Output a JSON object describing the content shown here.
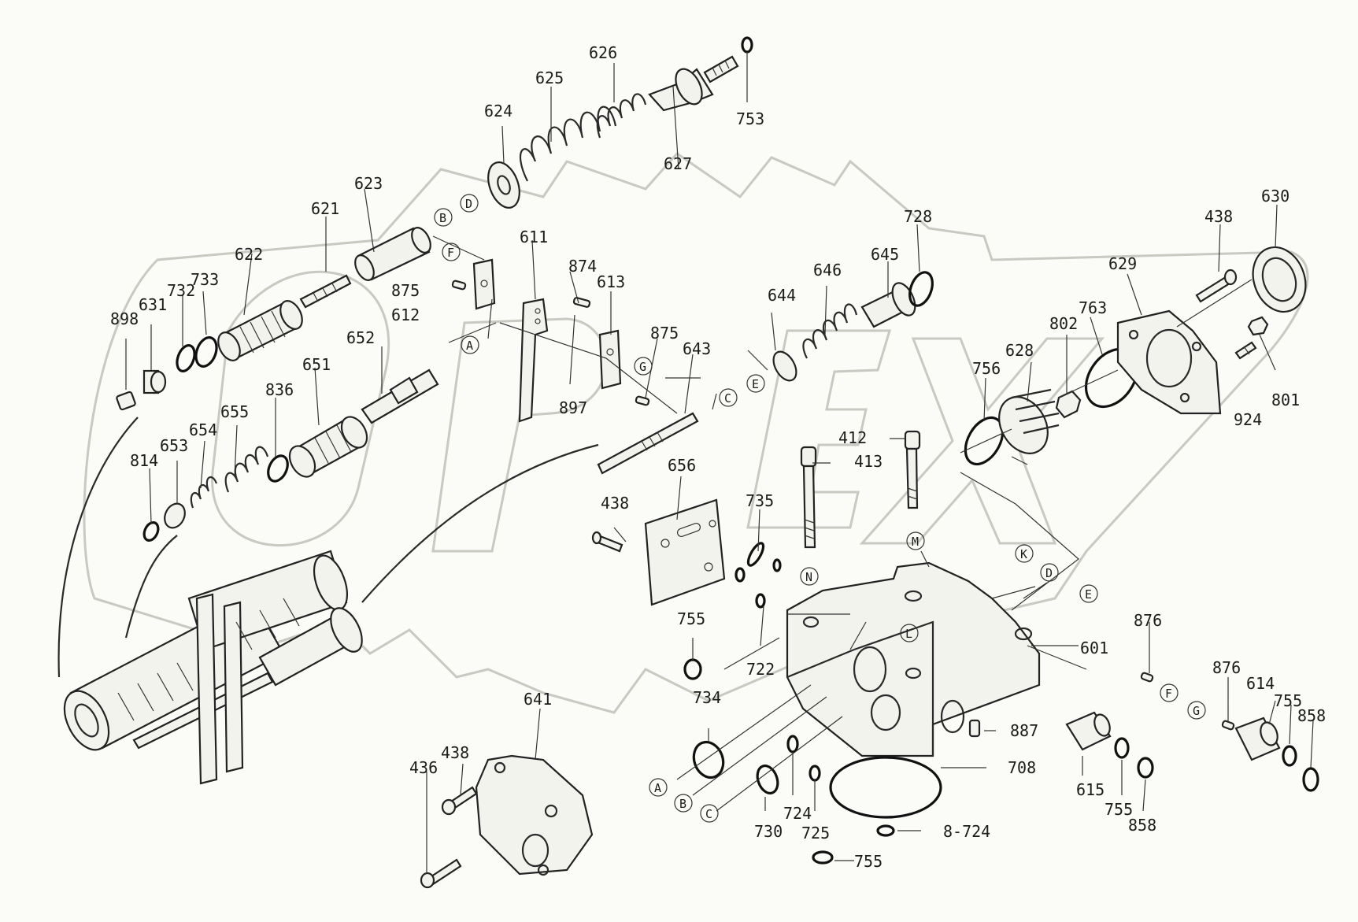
{
  "colors": {
    "line": "#222222",
    "paper": "#fbfbf7",
    "watermark": "#c9c9c2"
  },
  "watermark": {
    "icon": "opex-gear-logo"
  },
  "labels": {
    "p898": "898",
    "p631": "631",
    "p732": "732",
    "p733": "733",
    "p622": "622",
    "p621": "621",
    "p623": "623",
    "p624": "624",
    "p625": "625",
    "p626": "626",
    "p627": "627",
    "p753": "753",
    "p611": "611",
    "p612": "612",
    "p875a": "875",
    "p874": "874",
    "p613": "613",
    "p875b": "875",
    "p897": "897",
    "p643": "643",
    "p652": "652",
    "p651": "651",
    "p836": "836",
    "p655": "655",
    "p654": "654",
    "p653": "653",
    "p814": "814",
    "p645": "645",
    "p728": "728",
    "p646": "646",
    "p644": "644",
    "p656": "656",
    "p735": "735",
    "p438a": "438",
    "p412": "412",
    "p413": "413",
    "p756": "756",
    "p628": "628",
    "p802": "802",
    "p763": "763",
    "p629": "629",
    "p438b": "438",
    "p630": "630",
    "p924": "924",
    "p801": "801",
    "p755a": "755",
    "p722": "722",
    "p601": "601",
    "p876a": "876",
    "p876b": "876",
    "p614": "614",
    "p755b": "755",
    "p858a": "858",
    "p641": "641",
    "p438c": "438",
    "p436": "436",
    "p734": "734",
    "p730": "730",
    "p724": "724",
    "p725": "725",
    "p755c": "755",
    "p887": "887",
    "p708": "708",
    "p8724": "8-724",
    "p615": "615",
    "p755d": "755",
    "p858b": "858"
  },
  "markers": {
    "A1": "A",
    "B1": "B",
    "C1": "C",
    "D1": "D",
    "E1": "E",
    "F1": "F",
    "G1": "G",
    "N": "N",
    "M": "M",
    "K": "K",
    "L": "L",
    "D2": "D",
    "E2": "E",
    "A2": "A",
    "B2": "B",
    "C2": "C",
    "F2": "F",
    "G2": "G"
  }
}
